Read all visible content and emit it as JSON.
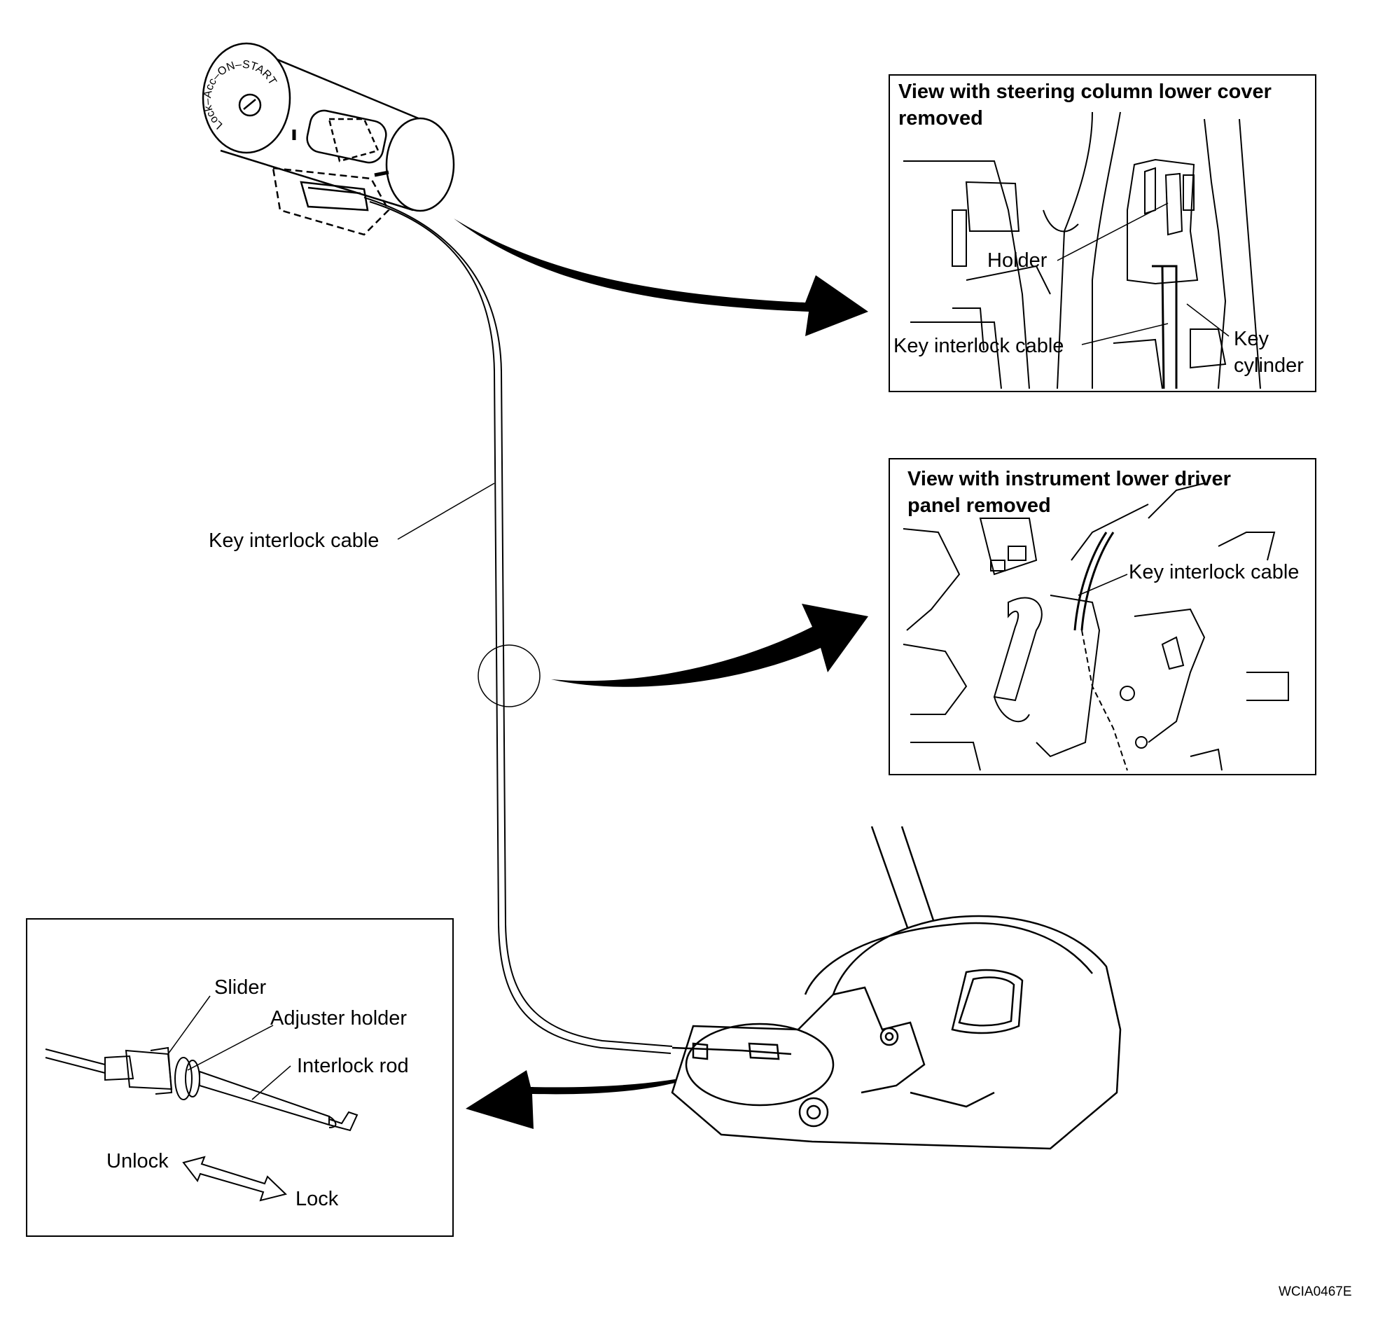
{
  "main": {
    "cable_label": "Key interlock cable",
    "key_cylinder_markings": "Lock–Acc–ON–START"
  },
  "inset_top": {
    "title_line1": "View with steering column lower cover",
    "title_line2": "removed",
    "holder": "Holder",
    "key_interlock_cable": "Key interlock cable",
    "key_line1": "Key",
    "key_line2": "cylinder"
  },
  "inset_middle": {
    "title_line1": "View with instrument lower driver",
    "title_line2": "panel removed",
    "key_interlock_cable": "Key interlock cable"
  },
  "inset_bottom": {
    "slider": "Slider",
    "adjuster_holder": "Adjuster holder",
    "interlock_rod": "Interlock rod",
    "unlock": "Unlock",
    "lock": "Lock"
  },
  "figure_code": "WCIA0467E"
}
